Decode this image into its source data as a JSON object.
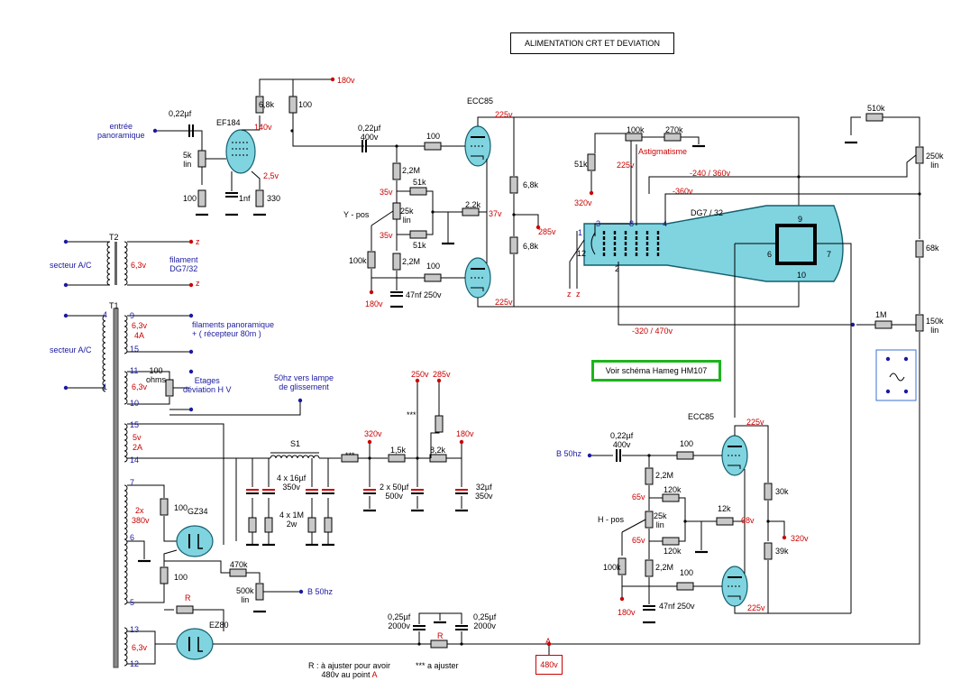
{
  "title": "ALIMENTATION CRT ET DEVIATION",
  "reference_note": "Voir schéma Hameg HM107",
  "colors": {
    "wire": "#000000",
    "tube_fill": "#7fd4e0",
    "tube_stroke": "#145f6e",
    "voltage": "#cc0000",
    "pin": "#1a1aa0",
    "resistor": "#c8c8c8",
    "cap": "#cc0000",
    "ref_border": "#1bb51b"
  },
  "tubes": {
    "ef184": "EF184",
    "ecc85_top": "ECC85",
    "ecc85_bottom": "ECC85",
    "gz34": "GZ34",
    "ez80": "EZ80",
    "crt": "DG7 / 32"
  },
  "crt_pins": {
    "p1": "1",
    "p2": "2",
    "p3": "3",
    "p4": "4",
    "p6": "6",
    "p7": "7",
    "p8": "8",
    "p9": "9",
    "p10": "10",
    "p12": "12"
  },
  "transformers": {
    "t2": {
      "name": "T2",
      "primary": "secteur A/C",
      "secondary": "6,3v",
      "desc": "filament\nDG7/32",
      "out_a": "z",
      "out_b": "z"
    },
    "t1": {
      "name": "T1",
      "primary": "secteur A/C",
      "taps": [
        "4",
        "1",
        "9",
        "15",
        "11",
        "10",
        "15",
        "14",
        "7",
        "6",
        "5",
        "13",
        "12"
      ],
      "w1_v": "6,3v",
      "w1_a": "4A",
      "w2_v": "6,3v",
      "w3_v": "5v",
      "w3_a": "2A",
      "w4_v": "2x",
      "w4_v2": "380v",
      "w5_v": "6,3v",
      "filaments_note": "filaments panoramique\n+ ( récepteur 80m )",
      "deflection_note": "Etages\ndéviation H V",
      "ohms_100": "100\nohms"
    }
  },
  "voltages": {
    "v180_top": "180v",
    "v140": "140v",
    "v2_5": "2,5v",
    "v225_a": "225v",
    "v225_b": "225v",
    "v225_c": "225v",
    "v225_d": "225v",
    "v35_a": "35v",
    "v35_b": "35v",
    "v37": "37v",
    "v285_right": "285v",
    "v180_ypos": "180v",
    "v225_ast": "225v",
    "v320_ast": "320v",
    "v240_360": "-240 / 360v",
    "v360": "-360v",
    "v320_470": "-320 / 470v",
    "v250": "250v",
    "v285_sup": "285v",
    "v320_sup": "320v",
    "v180_sup": "180v",
    "v65_a": "65v",
    "v65_b": "65v",
    "v68": "68v",
    "v320_h": "320v",
    "v180_hpos": "180v"
  },
  "labels": {
    "entree": "entrée\npanoramique",
    "ypos": "Y - pos",
    "hpos": "H - pos",
    "astig": "Astigmatisme",
    "b50hz_in": "B 50hz",
    "b50hz_out": "B 50hz",
    "lamp_note": "50hz vers lampe\nde glissement",
    "r_note": "R : à ajuster pour avoir\n480v au point ",
    "r_note_a": "A",
    "dots_note": "*** a ajuster",
    "point_a": "A",
    "point_a_v": "480v",
    "s1": "S1",
    "r_label_1": "R",
    "r_label_2": "R",
    "stars_1": "***",
    "stars_2": "***"
  },
  "components": {
    "c022_in": "0,22µf",
    "r5k": "5k\nlin",
    "r100_ef": "100",
    "c1nf": "1nf",
    "r330": "330",
    "r68k": "6,8k",
    "r100_top": "100",
    "c022_400": "0,22µf\n400v",
    "r100_g1": "100",
    "r22m_a": "2,2M",
    "r51k_a": "51k",
    "pot25k_y": "25k\nlin",
    "r51k_b": "51k",
    "r22k": "2,2k",
    "r22m_b": "2,2M",
    "r100_yb": "100",
    "r100k_y": "100k",
    "c47nf_y": "47nf 250v",
    "r68k_a": "6,8k",
    "r68k_b": "6,8k",
    "r100k_ast": "100k",
    "r270k": "270k",
    "r51k_ast": "51k",
    "r510k": "510k",
    "pot250k": "250k\nlin",
    "r68k_side": "68k",
    "r1m": "1M",
    "pot150k": "150k\nlin",
    "c4x16": "4 x 16µf\n350v",
    "r4x1m": "4 x 1M\n2w",
    "r15k": "1,5k",
    "r82k": "8,2k",
    "c2x50": "2 x 50µf\n500v",
    "c32": "32µf\n350v",
    "r100_gz": "100",
    "r100_gz2": "100",
    "r470k": "470k",
    "pot500k": "500k\nlin",
    "c025_a": "0,25µf\n2000v",
    "c025_b": "0,25µf\n2000v",
    "c022_h": "0,22µf\n400v",
    "r100_hg": "100",
    "r22m_h1": "2,2M",
    "r120k_a": "120k",
    "pot25k_h": "25k\nlin",
    "r120k_b": "120k",
    "r12k": "12k",
    "r22m_h2": "2,2M",
    "r100_hb": "100",
    "r100k_h": "100k",
    "c47nf_h": "47nf 250v",
    "r30k": "30k",
    "r39k": "39k"
  }
}
